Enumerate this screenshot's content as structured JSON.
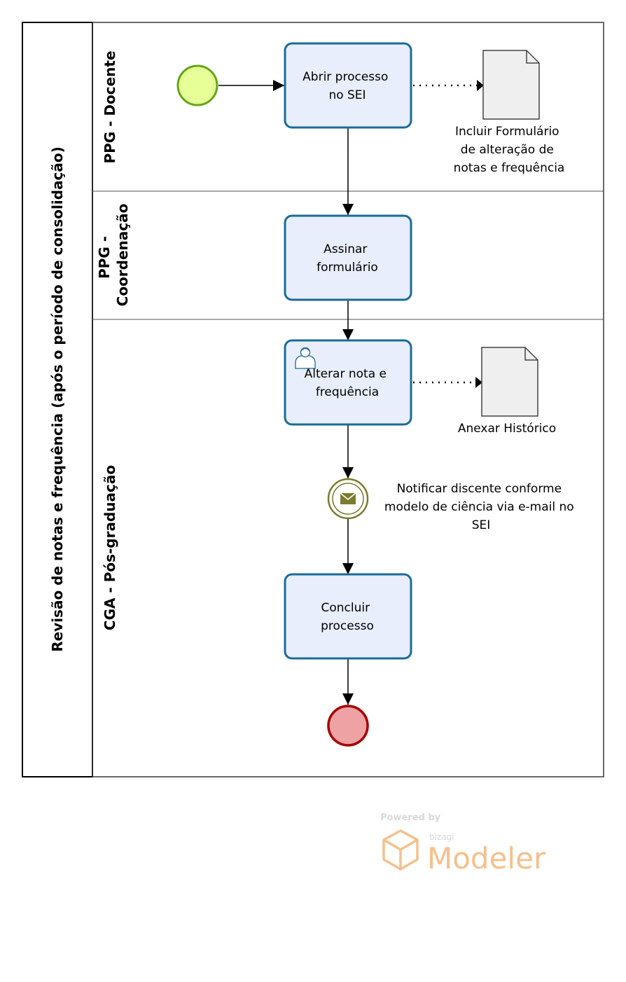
{
  "pool": {
    "title": "Revisão de notas e frequência (após o período de consolidação)"
  },
  "lanes": [
    {
      "id": "lane-1",
      "label_lines": [
        "PPG - Docente"
      ]
    },
    {
      "id": "lane-2",
      "label_lines": [
        "PPG -",
        "Coordenação"
      ]
    },
    {
      "id": "lane-3",
      "label_lines": [
        "CGA - Pós-graduação"
      ]
    }
  ],
  "tasks": {
    "abrir": {
      "lines": [
        "Abrir processo",
        "no SEI"
      ]
    },
    "assinar": {
      "lines": [
        "Assinar",
        "formulário"
      ]
    },
    "alterar": {
      "lines": [
        "Alterar nota e",
        "frequência"
      ]
    },
    "concluir": {
      "lines": [
        "Concluir",
        "processo"
      ]
    }
  },
  "artifacts": {
    "formulario": {
      "lines": [
        "Incluir Formulário",
        "de alteração de",
        "notas e frequência"
      ]
    },
    "historico": {
      "lines": [
        "Anexar Histórico"
      ]
    }
  },
  "message_event": {
    "lines": [
      "Notificar discente conforme",
      "modelo de ciência via e-mail no",
      "SEI"
    ]
  },
  "watermark": {
    "powered": "Powered by",
    "brand": "bizagi",
    "product": "Modeler"
  },
  "colors": {
    "task_fill": "#e8eefb",
    "task_stroke": "#1a6b99",
    "start_fill": "#e6ff97",
    "start_stroke": "#62a716",
    "end_fill": "#eea2a4",
    "end_stroke": "#a80000",
    "message_stroke": "#7b7b2f",
    "doc_fill": "#efefef",
    "watermark": "#f5c08c"
  }
}
